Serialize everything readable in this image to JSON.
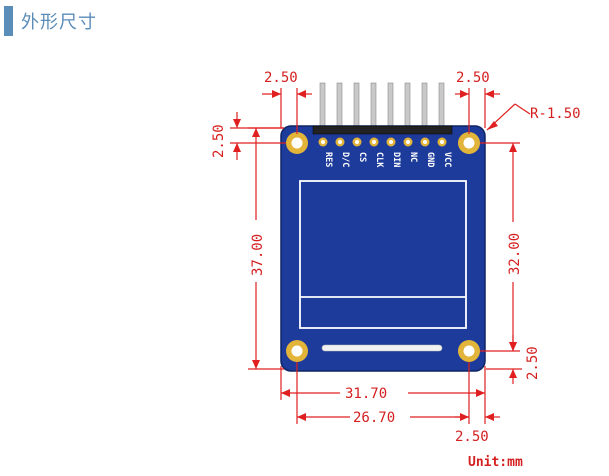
{
  "section": {
    "title": "外形尺寸"
  },
  "module": {
    "pins": [
      "RES",
      "D/C",
      "CS",
      "CLK",
      "DIN",
      "NC",
      "GND",
      "VCC"
    ],
    "colors": {
      "pcb": "#1d3b9a",
      "pcb_edge": "#0f2566",
      "pad": "#e3b43a",
      "screen_border": "#ffffff",
      "dimension": "#e02020",
      "header": "#4a9bd8"
    }
  },
  "dimensions": {
    "top_left_offset": "2.50",
    "top_right_offset": "2.50",
    "corner_radius": "R-1.50",
    "left_top_offset": "2.50",
    "total_height": "37.00",
    "hole_height": "32.00",
    "right_bottom_offset": "2.50",
    "total_width": "31.70",
    "hole_width": "26.70",
    "bottom_right_offset": "2.50"
  },
  "unit": "Unit:mm"
}
